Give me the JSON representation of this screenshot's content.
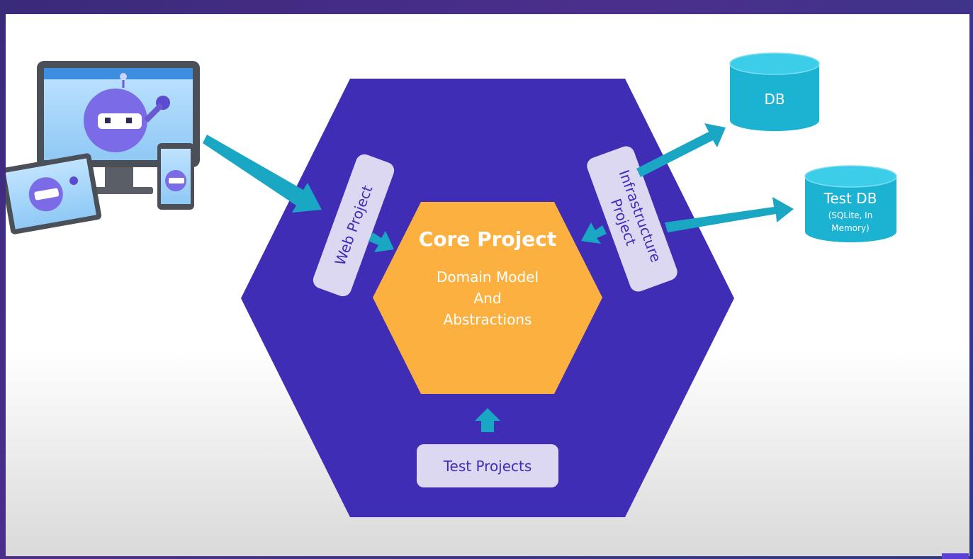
{
  "core": {
    "title": "Core Project",
    "line1": "Domain Model",
    "line2": "And",
    "line3": "Abstractions"
  },
  "web_project": {
    "label": "Web Project"
  },
  "infrastructure_project": {
    "line1": "Infrastructure",
    "line2": "Project"
  },
  "test_projects": {
    "label": "Test Projects"
  },
  "db": {
    "label": "DB"
  },
  "test_db": {
    "label": "Test DB",
    "line1": "(SQLite, In",
    "line2": "Memory)"
  },
  "colors": {
    "outer_hexagon": "#3f2db5",
    "core_hexagon": "#fbb040",
    "pill_fill": "#dcd8f2",
    "arrow": "#1aa7c4",
    "cylinder": "#1cb3d3"
  },
  "icons": {
    "devices": "devices-illustration"
  }
}
